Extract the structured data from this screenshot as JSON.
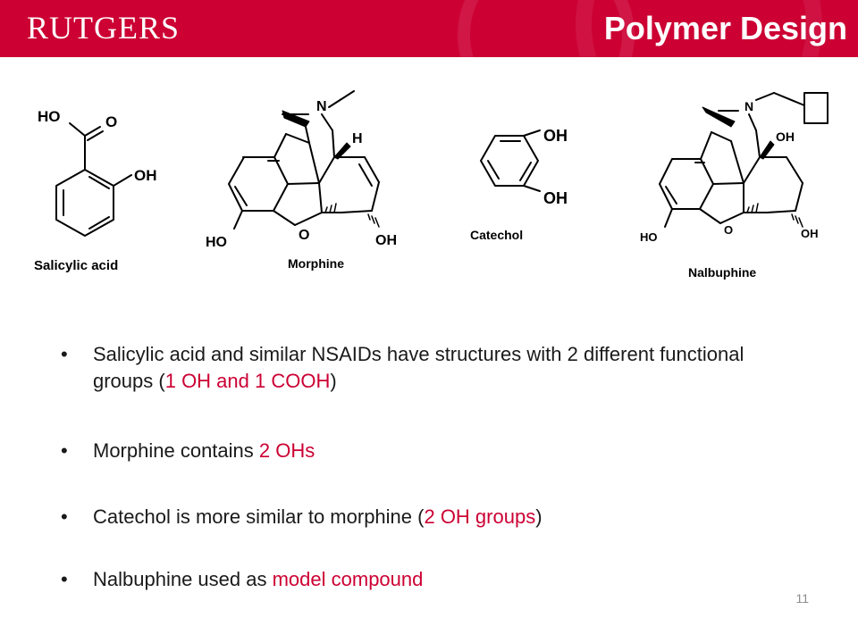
{
  "header": {
    "logo": "RUTGERS",
    "title": "Polymer Design"
  },
  "structures": {
    "salicylic": {
      "name": "Salicylic acid",
      "labels": [
        "HO",
        "O",
        "OH"
      ]
    },
    "morphine": {
      "name": "Morphine",
      "labels": [
        "N",
        "H",
        "HO",
        "O",
        "OH"
      ]
    },
    "catechol": {
      "name": "Catechol",
      "labels": [
        "OH",
        "OH"
      ]
    },
    "nalbuphine": {
      "name": "Nalbuphine",
      "labels": [
        "N",
        "OH",
        "HO",
        "O",
        "OH"
      ]
    }
  },
  "bullets": [
    {
      "pre": "Salicylic acid and similar NSAIDs have structures with 2 different functional groups (",
      "highlight": "1 OH and 1 COOH",
      "post": ")"
    },
    {
      "pre": "Morphine contains ",
      "highlight": "2 OHs",
      "post": ""
    },
    {
      "pre": "Catechol is more similar to morphine (",
      "highlight": "2 OH groups",
      "post": ")"
    },
    {
      "pre": "Nalbuphine used as ",
      "highlight": "model compound",
      "post": ""
    }
  ],
  "page_number": "11",
  "colors": {
    "accent": "#cc0033",
    "text": "#1a1a1a",
    "page_number": "#8c8c8c"
  }
}
